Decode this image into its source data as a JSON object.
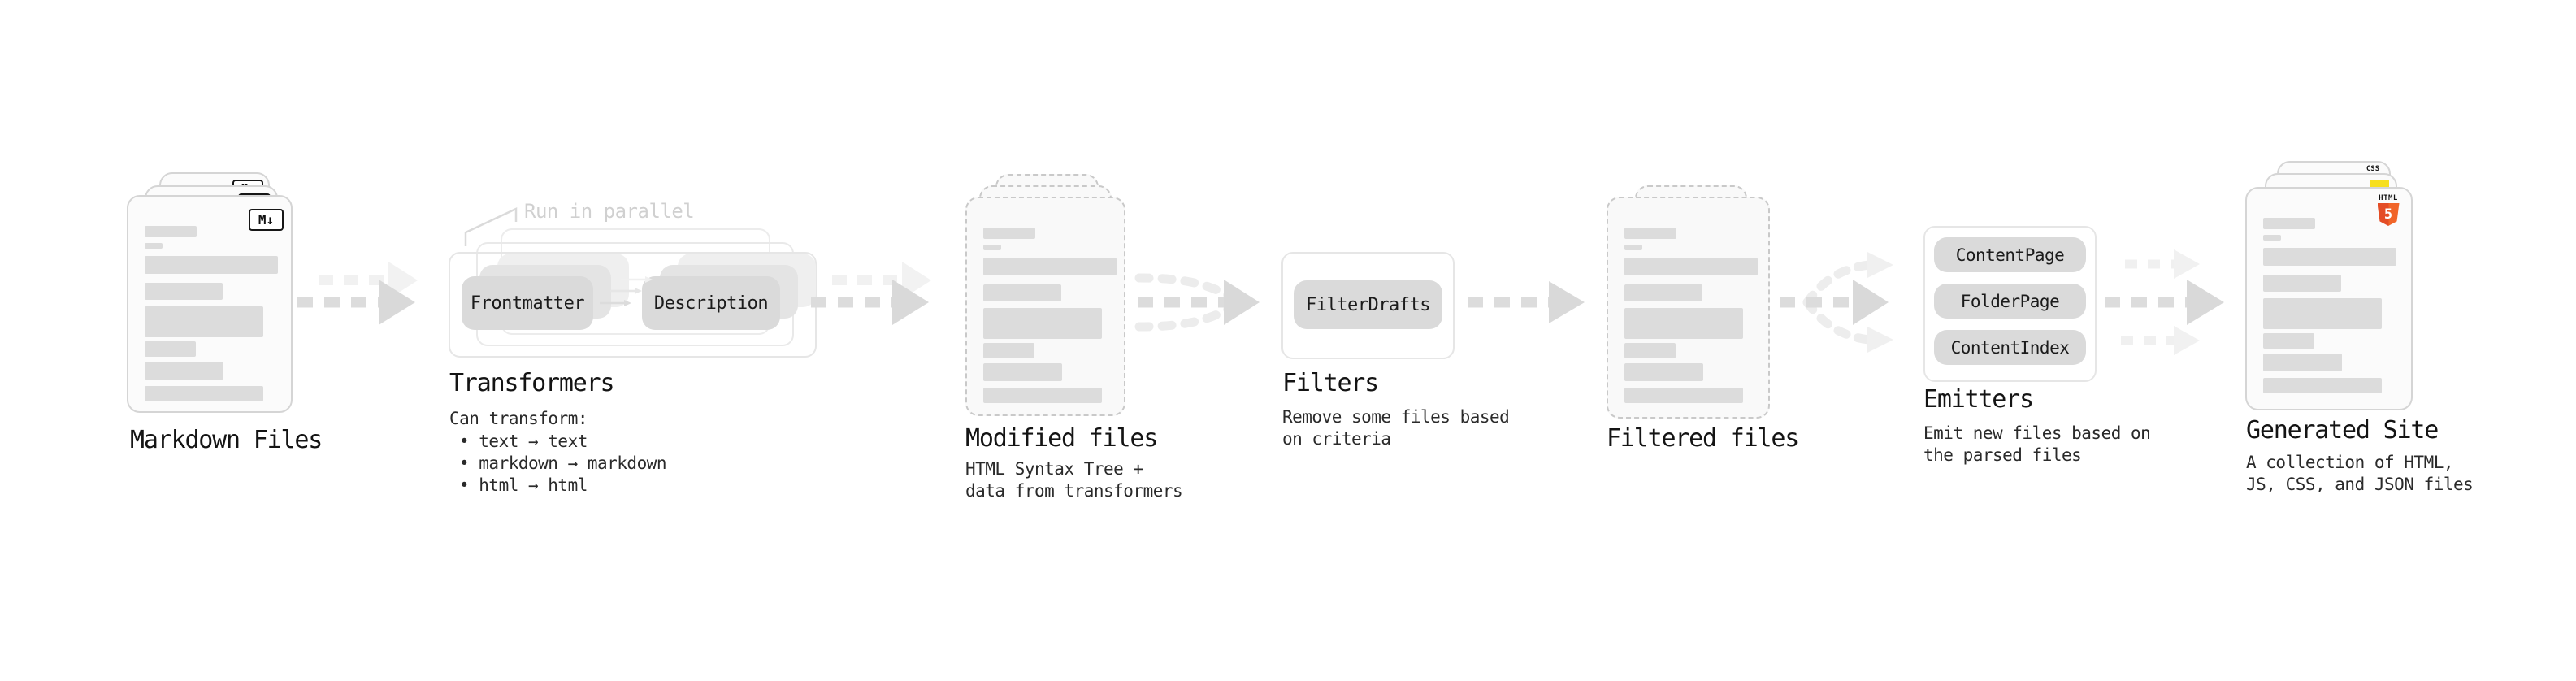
{
  "stages": {
    "markdown": {
      "label": "Markdown Files",
      "badge": "M↓"
    },
    "transformers": {
      "label": "Transformers",
      "note": "Run in parallel",
      "pills": [
        "Frontmatter",
        "Description"
      ],
      "desc_title": "Can transform:",
      "desc_items": [
        "• text → text",
        "• markdown → markdown",
        "• html → html"
      ]
    },
    "modified": {
      "label": "Modified files",
      "desc": "HTML Syntax Tree +\ndata from transformers"
    },
    "filters": {
      "label": "Filters",
      "pill": "FilterDrafts",
      "desc": "Remove some files based\non criteria"
    },
    "filtered": {
      "label": "Filtered files"
    },
    "emitters": {
      "label": "Emitters",
      "pills": [
        "ContentPage",
        "FolderPage",
        "ContentIndex"
      ],
      "desc": "Emit new files based on\nthe parsed files"
    },
    "generated": {
      "label": "Generated Site",
      "desc": "A collection of HTML,\nJS, CSS, and JSON files",
      "badges": {
        "html": "HTML",
        "five": "5",
        "css": "CSS"
      }
    }
  },
  "colors": {
    "html5_orange": "#e44d26",
    "html5_orange_light": "#f16529",
    "js_yellow": "#f7df1e",
    "css_blue": "#2965f1",
    "arrow_gray": "#d9d9d9",
    "ghost_arrow_gray": "#f0f0f0",
    "pill_gray": "#dadada",
    "note_gray": "#d0d0d0"
  }
}
